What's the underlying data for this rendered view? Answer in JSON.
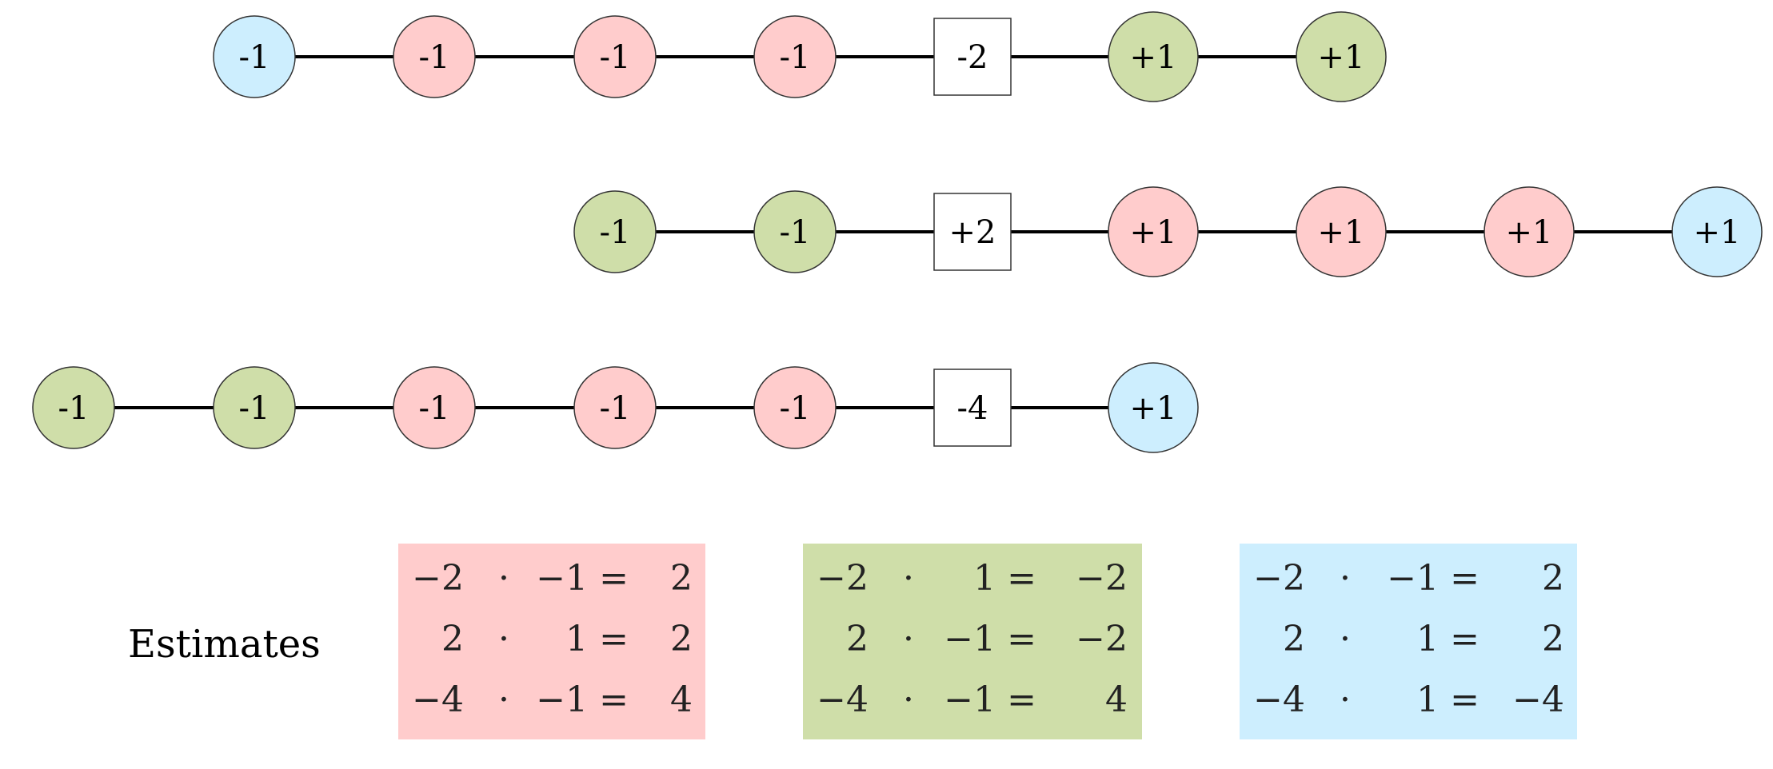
{
  "colors": {
    "red": "#ffcccc",
    "green": "#cfdea9",
    "blue": "#cdeefe",
    "white": "#ffffff",
    "edge": "#000000",
    "stroke": "#333333"
  },
  "chains": [
    {
      "nodes": [
        {
          "label": "-1",
          "shape": "circle",
          "color": "blue"
        },
        {
          "label": "-1",
          "shape": "circle",
          "color": "red"
        },
        {
          "label": "-1",
          "shape": "circle",
          "color": "red"
        },
        {
          "label": "-1",
          "shape": "circle",
          "color": "red"
        },
        {
          "label": "-2",
          "shape": "square",
          "color": "white"
        },
        {
          "label": "+1",
          "shape": "circle",
          "color": "green"
        },
        {
          "label": "+1",
          "shape": "circle",
          "color": "green"
        }
      ]
    },
    {
      "nodes": [
        {
          "label": "-1",
          "shape": "circle",
          "color": "green"
        },
        {
          "label": "-1",
          "shape": "circle",
          "color": "green"
        },
        {
          "label": "+2",
          "shape": "square",
          "color": "white"
        },
        {
          "label": "+1",
          "shape": "circle",
          "color": "red"
        },
        {
          "label": "+1",
          "shape": "circle",
          "color": "red"
        },
        {
          "label": "+1",
          "shape": "circle",
          "color": "red"
        },
        {
          "label": "+1",
          "shape": "circle",
          "color": "blue"
        }
      ]
    },
    {
      "nodes": [
        {
          "label": "-1",
          "shape": "circle",
          "color": "green"
        },
        {
          "label": "-1",
          "shape": "circle",
          "color": "green"
        },
        {
          "label": "-1",
          "shape": "circle",
          "color": "red"
        },
        {
          "label": "-1",
          "shape": "circle",
          "color": "red"
        },
        {
          "label": "-1",
          "shape": "circle",
          "color": "red"
        },
        {
          "label": "-4",
          "shape": "square",
          "color": "white"
        },
        {
          "label": "+1",
          "shape": "circle",
          "color": "blue"
        }
      ]
    }
  ],
  "estimates": {
    "label": "Estimates",
    "boxes": [
      {
        "color": "red",
        "rows": [
          {
            "a": "−2",
            "op": "·",
            "b": "−1 =",
            "result": "2"
          },
          {
            "a": "2",
            "op": "·",
            "b": "1 =",
            "result": "2"
          },
          {
            "a": "−4",
            "op": "·",
            "b": "−1 =",
            "result": "4"
          }
        ]
      },
      {
        "color": "green",
        "rows": [
          {
            "a": "−2",
            "op": "·",
            "b": "1 =",
            "result": "−2"
          },
          {
            "a": "2",
            "op": "·",
            "b": "−1 =",
            "result": "−2"
          },
          {
            "a": "−4",
            "op": "·",
            "b": "−1 =",
            "result": "4"
          }
        ]
      },
      {
        "color": "blue",
        "rows": [
          {
            "a": "−2",
            "op": "·",
            "b": "−1 =",
            "result": "2"
          },
          {
            "a": "2",
            "op": "·",
            "b": "1 =",
            "result": "2"
          },
          {
            "a": "−4",
            "op": "·",
            "b": "1 =",
            "result": "−4"
          }
        ]
      }
    ]
  }
}
